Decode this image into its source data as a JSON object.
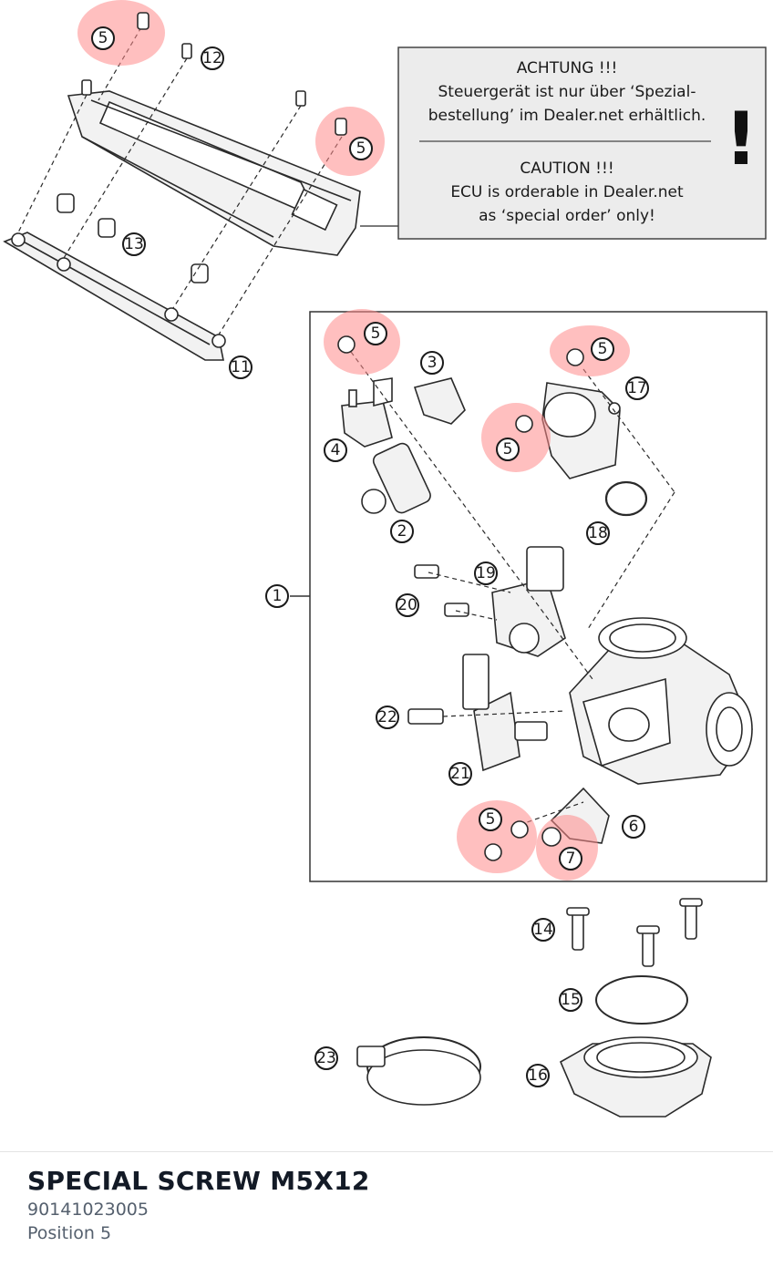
{
  "part": {
    "title": "SPECIAL SCREW M5X12",
    "number": "90141023005",
    "position": "Position 5"
  },
  "diagram": {
    "notice": {
      "de_heading": "ACHTUNG !!!",
      "de_line1": "Steuergerät ist nur über ‘Spezial-",
      "de_line2": "bestellung’ im Dealer.net erhältlich.",
      "en_heading": "CAUTION !!!",
      "en_line1": "ECU is orderable in Dealer.net",
      "en_line2": "as ‘special order’ only!",
      "mark": "!"
    },
    "labels": [
      "1",
      "2",
      "3",
      "4",
      "5",
      "6",
      "7",
      "11",
      "12",
      "13",
      "14",
      "15",
      "16",
      "17",
      "18",
      "19",
      "20",
      "21",
      "22",
      "23"
    ],
    "highlighted_position": "5",
    "highlight_color": "#ff8a8a"
  }
}
